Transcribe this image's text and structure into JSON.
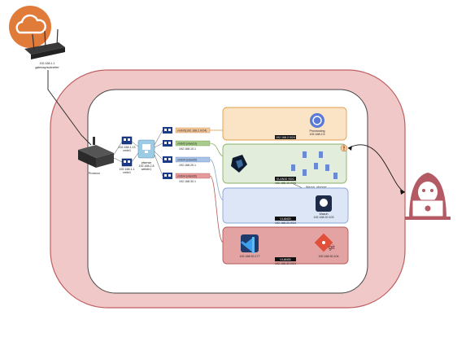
{
  "router": {
    "ip": "192.168.1.1",
    "role": "gateway/subnetter"
  },
  "hypervisor": {
    "label": "Proxmox"
  },
  "host_nics": [
    {
      "ip": "192.168.1.13",
      "iface": "vmbr1"
    },
    {
      "ip": "192.168.1.1",
      "iface": "vmbr1"
    }
  ],
  "firewall_vm": {
    "name": "pfsense",
    "ip": "192.168.2.8",
    "iface": "webdir1"
  },
  "vlan_nics": [
    {
      "name": "vmbr5(192.168.2.0/24)",
      "color": "#f6c89a"
    },
    {
      "name": "vmbr3 (vlan10)",
      "sub": "192.168.10.1",
      "color": "#a8cc8a"
    },
    {
      "name": "vmbr4 (vlan20)",
      "sub": "192.168.20.1",
      "color": "#a9c3e8"
    },
    {
      "name": "vmbr4 (vlan30)",
      "sub": "192.168.30.1",
      "color": "#e89a9a"
    }
  ],
  "zones": [
    {
      "id": "mgmt",
      "band": "192.168.2.0/24",
      "fill": "#fbe3c6",
      "stroke": "#e0a04a",
      "service": {
        "name": "Proxmoxing",
        "ip": "192.168.2.5"
      }
    },
    {
      "id": "servers",
      "band": "VLAN10 SOC",
      "band_sub": "192.168.10.0/24",
      "fill": "#e2eedb",
      "stroke": "#8ab06a",
      "service": {
        "name": "Wazuh_pfsense",
        "ip": ""
      }
    },
    {
      "id": "dmz",
      "band": "VLAN20",
      "band_sub": "192.168.20.0/24",
      "fill": "#dce6f6",
      "stroke": "#8aa6d6",
      "service": {
        "name": "Wazuh",
        "ip": "192.168.20.103"
      }
    },
    {
      "id": "dev",
      "band": "VLAN30",
      "band_sub": "192.168.30.0/24",
      "fill": "#e3a3a3",
      "stroke": "#b35a5a",
      "service": {
        "name": "git",
        "ip": "192.168.30.104"
      },
      "service2": {
        "name": "VS Code",
        "ip": "192.168.30.177"
      }
    }
  ],
  "colors": {
    "cloud": "#e07b3a",
    "outer_ring": "#f0c8c8",
    "outer_stroke": "#c06060",
    "hacker": "#b35a64",
    "pfsense_tile": "#9ccbe6"
  },
  "icons": [
    "cloud-icon",
    "router-icon",
    "server-icon",
    "nic-icon",
    "monitor-icon",
    "shield-icon",
    "vscode-icon",
    "git-icon",
    "hacker-icon",
    "warning-icon"
  ]
}
